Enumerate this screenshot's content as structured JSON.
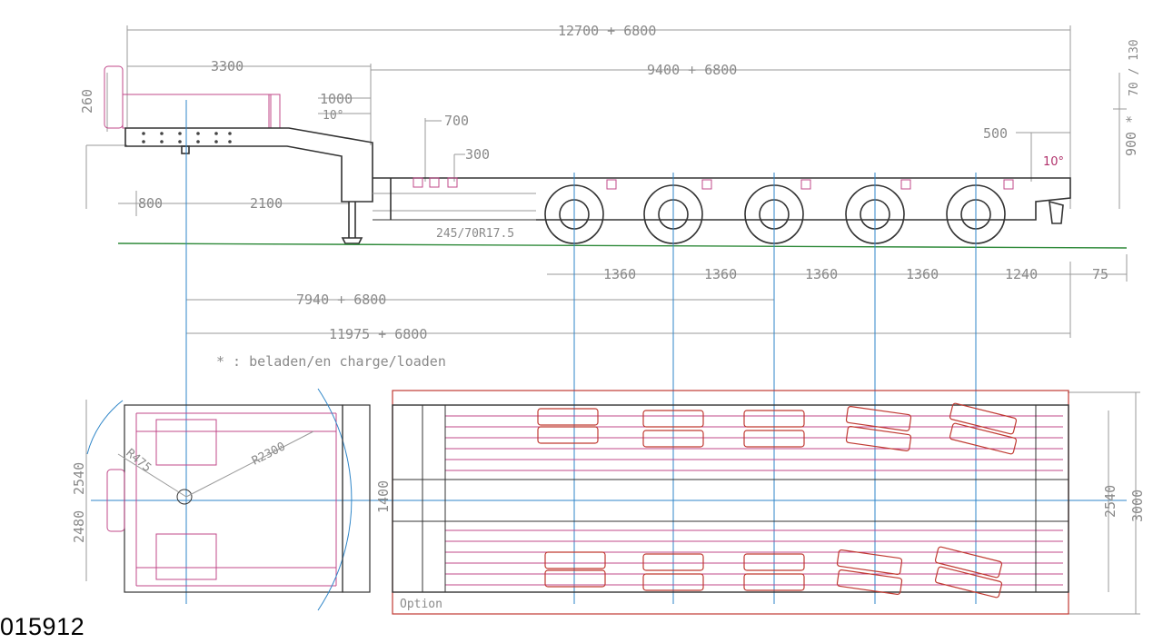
{
  "document_code": "015912",
  "legend": "* : beladen/en charge/loaden",
  "side_view": {
    "overall_length": "12700 + 6800",
    "deck_length": "9400 + 6800",
    "gooseneck_length": "3300",
    "gooseneck_height": "260",
    "neck_drop": "1000",
    "neck_angle": "10°",
    "spacing_700": "700",
    "spacing_300": "300",
    "front_overhang": "800",
    "kingpin_to_leg": "2100",
    "tyre_size": "245/70R17.5",
    "rear_ramp_length": "500",
    "rear_ramp_angle": "10°",
    "deck_height": "900 *",
    "deck_height_alt": "70 / 130",
    "axle_spacings": [
      "1360",
      "1360",
      "1360",
      "1360"
    ],
    "rear_axle_overhang": "1240",
    "rear_end": "75",
    "kingpin_to_center": "7940 + 6800",
    "kingpin_to_rear": "11975 + 6800"
  },
  "top_view": {
    "swing_radius": "R2300",
    "front_radius": "R475",
    "width_front_a": "2480",
    "width_front_b": "2540",
    "inner_width": "1400",
    "deck_width": "2540",
    "overall_width": "3000",
    "option_label": "Option"
  },
  "colors": {
    "dimension": "#8a8a8a",
    "frame": "#333333",
    "deck_boards": "#c0488a",
    "option_outline": "#c03a32",
    "center_lines": "#2f86c8",
    "ground": "#2f8a3a"
  }
}
